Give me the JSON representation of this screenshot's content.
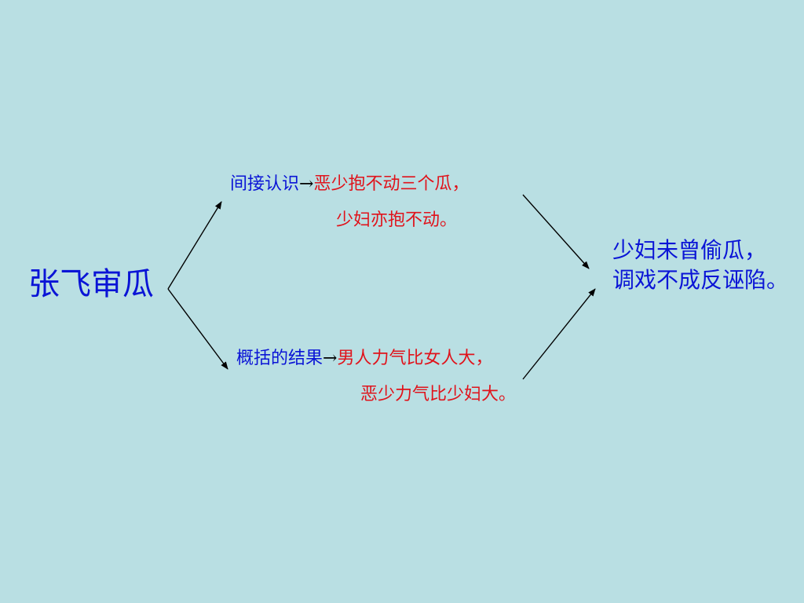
{
  "title": "张飞审瓜",
  "upper_branch": {
    "label": "间接认识",
    "arrow": "→",
    "line1": "恶少抱不动三个瓜，",
    "line2": "少妇亦抱不动。"
  },
  "lower_branch": {
    "label": "概括的结果",
    "arrow": "→",
    "line1": "男人力气比女人大，",
    "line2": "恶少力气比少妇大。"
  },
  "conclusion": {
    "line1": "少妇未曾偷瓜，",
    "line2": "调戏不成反诬陷。"
  },
  "colors": {
    "background": "#b9dfe3",
    "blue_text": "#0a14d6",
    "red_text": "#e0131b",
    "arrow": "#000000"
  }
}
